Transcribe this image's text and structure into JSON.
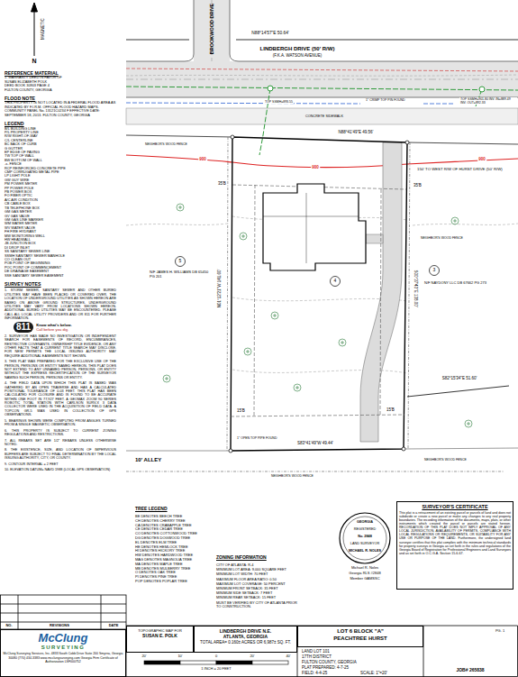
{
  "diagram": {
    "nodes": [
      {
        "text": [
          "SURVEYOR'S CERTIFICATE",
          "This plat is a retracement of an existing parcel or parcels of land and does not subdivide or create a new parcel or make any changes to any real property boundaries. The recording information of the documents, maps, plats, or other instruments which created the parcel or parcels are stated hereon. RECORDATION OF THIS PLAT DOES NOT IMPLY APPROVAL OF ANY LOCAL JURISDICTION, AVAILABILITY OF PERMITS, COMPLIANCE WITH LOCAL REGULATIONS OR REQUIREMENTS, OR SUITABILITY FOR ANY USE OR PURPOSE OF THE LAND. Furthermore, the undersigned land surveyor certifies that this plat complies with the minimum technical standards for property surveys in Georgia as set forth in the rules and regulations of the Georgia Board of Registration for Professional Engineers and Land Surveyors and as set forth in O.C.G.A. Section 15-6-67."
        ]
      },
      {
        "text": [
          "McClung",
          "SURVEYING",
          "McClung Surveying Services, Inc. 4833 South Cobb Drive Suite 200 Smyrna, Georgia 30080 (770) 434-3383 www.mcclungsurveying.com Georgia Firm Certificate of Authorization LSF000752"
        ]
      },
      {
        "text": [
          "TOPOGRAPHIC MAP FOR",
          "SUSAN E. POLK"
        ]
      },
      {
        "text": [
          "LINDBERGH DRIVE N.E.",
          "ATLANTA, GEORGIA",
          "TOTAL AREA= 0.160± ACRES OR 6,987± SQ. FT."
        ]
      },
      {
        "text": [
          "LOT 6 BLOCK \"A\"",
          "PEACHTREE HURST"
        ]
      }
    ],
    "labels": [
      "MAGNETIC",
      "N",
      "REFERENCE MATERIAL",
      "1. WARRANTY DEED IN FAVOR OF",
      "SUSAN ELIZABETH POLK",
      "DEED BOOK 30903 PAGE 4",
      "FULTON COUNTY, GEORGIA",
      "FLOOD NOTE",
      "THIS PROPERTY IS NOT LOCATED IN A FEDERAL FLOOD AREA AS INDICATED BY F.I.R.M. OFFICIAL FLOOD HAZARD MAPS. COMMUNITY PANEL No. 13121C0234 F EFFECTIVE DATE: SEPTEMBER 18, 2013. FULTON COUNTY, GEORGIA",
      "LEGEND",
      "SURVEY NOTES",
      "1. STORM SEWER, SANITARY SEWER AND OTHER BURIED UTILITIES MAY HAVE BEEN PLACED OR COVERED OVER. THE LOCATION OF UNDERGROUND UTILITIES AS SHOWN HEREON ARE BASED ON ABOVE GROUND STRUCTURES. UNDERGROUND UTILITIES MAY VARY FROM LOCATIONS SHOWN HEREON. ADDITIONAL BURIED UTILITIES MAY BE ENCOUNTERED. PLEASE CALL ALL LOCAL UTILITY PROVIDERS AND OR 811 FOR FURTHER INFORMATION.",
      "811",
      "Know what's below.",
      "Call before you dig.",
      "2. SURVEYOR HAS MADE NO INVESTIGATION OR INDEPENDENT SEARCH FOR EASEMENTS OF RECORD, ENCUMBRANCES, RESTRICTIVE COVENANTS, OWNERSHIP TITLE EVIDENCE, OR ANY OTHER FACTS THAT A CURRENT TITLE SEARCH MAY DISCLOSE. FOR NEW PERMITS THE LOCAL ISSUING AUTHORITY MAY REQUIRE ADDITIONAL EASEMENTS NOT SHOWN.",
      "3. THIS PLAT WAS PREPARED FOR THE EXCLUSIVE USE OF THE PERSON, PERSONS OR ENTITY NAMED HEREON. THIS PLAT DOES NOT EXTEND TO ANY UNNAMED PERSON, PERSONS, OR ENTITY WITHOUT THE EXPRESS RECERTIFICATION OF THE SURVEYOR NAMING SUCH PERSON, PERSONS OR ENTITY.",
      "4. THE FIELD DATA UPON WHICH THIS PLAT IS BASED WAS GATHERED BY AN OPEN TRAVERSE AND HAS A CALCULATED POSITIONAL TOLERANCE OF 0.03 FEET. THIS PLAT HAS BEEN CALCULATED FOR CLOSURE AND IS FOUND TO BE ACCURATE WITHIN ONE FOOT IN 77,927 FEET. A GEOMAX ZOOM 90 SERIES ROBOTIC TOTAL STATION WITH CARLSON SURV-X 3 DATA COLLECTOR WERE USED IN THE ACQUISITION OF FIELD DATA. A TOPCON GR-5 WAS USED IN COLLECTION OF GPS OBSERVATIONS.",
      "5. BEARINGS SHOWN WERE COMPUTED FROM ANGLES TURNED FROM A SINGLE MAGNETIC OBSERVATION.",
      "6. THIS PROPERTY IS SUBJECT TO CURRENT ZONING REGULATIONS AND RESTRICTIONS.",
      "7. ALL REBARS SET ARE 1/2\" REBARS UNLESS OTHERWISE NOTED.",
      "8. THE EXISTENCE, SIZE, AND LOCATION OF IMPERVIOUS BUFFERS ARE SUBJECT TO FINAL DETERMINATION BY THE LOCAL ISSUING AUTHORITY, CITY, OR COUNTY.",
      "9. CONTOUR INTERVAL = 2 FEET",
      "10. ELEVATION DATUM= NAVD 1988 (LOCAL GPS OBSERVATION)",
      "BROOKWOOD DRIVE",
      "N88°14'57\"E 50.64'",
      "LINDBERGH DRIVE (50' R/W)",
      "(F.K.A. WATSON AVENUE)",
      "TOP SSMH=893.55",
      "TOP SSMH=901.80 INV. IN=889.49 INV. OUT=892.33",
      "1\" CRIMP TOP PIN FOUND",
      "CONCRETE SIDEWALK",
      "N88°41'49\"E 49.56'",
      "150' TO WEST R/W OF HURST DRIVE (50' R/W)",
      "35'B",
      "35'B",
      "900",
      "900",
      "900",
      "NEIGHBOR'S WOOD FENCE",
      "5",
      "N/F JAMES H. WILLIAMS DB 65450 PG 201",
      "N01°12'21\"W 141.60'",
      "4",
      "S00°37'43\"E 138.00'",
      "3",
      "N/F NAYDONY LLC DB 67662 PG 273",
      "NEIGHBOR'S WOOD FENCE",
      "S82°15'34\"E 51.60'",
      "15'B",
      "15'B",
      "1\" OPEN TOP PIPE FOUND",
      "10' ALLEY",
      "S83°41'49\"W 49.44'",
      "NEIGHBOR'S WOOD FENCE",
      "NEIGHBOR'S WOOD FENCE",
      "TREE LEGEND",
      "ZONING INFORMATION",
      "CITY OF ATLANTA: R-4",
      "MINIMUM LOT AREA: 9,000 SQUARE FEET",
      "MINIMUM LOT WIDTH: 70 FEET",
      "MAXIMUM FLOOR AREA RATIO: 0.50",
      "MAXIMUM LOT COVERAGE: 50 PERCENT",
      "MINIMUM FRONT SETBACK: 35 FEET",
      "MINIMUM SIDE SETBACK: 7 FEET",
      "MINIMUM REAR SETBACK: 15 FEET",
      "MUST BE VERIFIED BY CITY OF ATLANTA PRIOR TO CONSTRUCTION.",
      "GEORGIA",
      "REGISTERED",
      "No. 2848",
      "LAND SURVEYOR",
      "MICHAEL R. NOLES",
      "Michael R. Noles",
      "Georgia RLS #2848",
      "Member GAMSSC",
      "Michael R Noles",
      "Michael R. Noles",
      "Georgia RLS No. 2848",
      "4-7-25",
      "NO.",
      "REVISIONS",
      "DATE",
      "20'",
      "10'",
      "0",
      "20'",
      "40'",
      "1 INCH = 20 FEET",
      "LAND LOT 101",
      "17TH DISTRICT",
      "FULTON COUNTY, GEORGIA",
      "PLAT PREPARED: 4-7-25",
      "FIELD: 4-4-25",
      "SCALE: 1\"=20'",
      "JOB# 265838",
      "PG. 1"
    ],
    "legend": [
      {
        "text": "B/L BUILDING LINE"
      },
      {
        "text": "P/L PROPERTY LINE"
      },
      {
        "text": "R/W RIGHT-OF-WAY"
      },
      {
        "text": "C/L CENTERLINE"
      },
      {
        "text": "BC BACK OF CURB"
      },
      {
        "text": "G GUTTER"
      },
      {
        "text": "EP EDGE OF PAVING"
      },
      {
        "text": "TW TOP OF WALL"
      },
      {
        "text": "BW BOTTOM OF WALL"
      },
      {
        "text": "-x- FENCE"
      },
      {
        "text": "RCP REINFORCED CONCRETE PIPE"
      },
      {
        "text": "CMP CORRUGATED METAL PIPE"
      },
      {
        "text": "LP LIGHT POLE"
      },
      {
        "text": "GW GUY WIRE"
      },
      {
        "text": "PM POWER METER"
      },
      {
        "text": "PP POWER POLE"
      },
      {
        "text": "PB POWER BOX"
      },
      {
        "text": "FO FIBER OPTIC"
      },
      {
        "text": "A/C AIR CONDITION"
      },
      {
        "text": "CB CABLE BOX"
      },
      {
        "text": "TB TELEPHONE BOX"
      },
      {
        "text": "GM GAS METER"
      },
      {
        "text": "GV GAS VALVE"
      },
      {
        "text": "GM GAS LINE MARKER"
      },
      {
        "text": "WM WATER METER"
      },
      {
        "text": "WV WATER VALVE"
      },
      {
        "text": "FH FIRE HYDRANT"
      },
      {
        "text": "MW MONITORING WELL"
      },
      {
        "text": "HW HEADWALL"
      },
      {
        "text": "JB JUNCTION BOX"
      },
      {
        "text": "DI DROP INLET"
      },
      {
        "text": "SS SANITARY SEWER LINE"
      },
      {
        "text": "SSMH SANITARY SEWER MANHOLE"
      },
      {
        "text": "CO CLEAN OUT"
      },
      {
        "text": "POB POINT OF BEGINNING"
      },
      {
        "text": "POC POINT OF COMMENCEMENT"
      },
      {
        "text": "DE DRAINAGE EASEMENT"
      },
      {
        "text": "SSE SANITARY SEWER EASEMENT"
      },
      {
        "text": "BE DENOTES BEECH TREE"
      },
      {
        "text": "CH DENOTES CHERRY TREE"
      },
      {
        "text": "CA DENOTES CRABAPPLE TREE"
      },
      {
        "text": "CE DENOTES CEDAR TREE"
      },
      {
        "text": "CO DENOTES COTTONWOOD TREE"
      },
      {
        "text": "DG DENOTES DOGWOOD TREE"
      },
      {
        "text": "EL DENOTES ELM TREE"
      },
      {
        "text": "HE DENOTES HEMLOCK TREE"
      },
      {
        "text": "HI DENOTES HICKORY TREE"
      },
      {
        "text": "HW DENOTES HARDWOOD TREE"
      },
      {
        "text": "MAG DENOTES MAGNOLIA TREE"
      },
      {
        "text": "MA DENOTES MAPLE TREE"
      },
      {
        "text": "MB DENOTES MULBERRY TREE"
      },
      {
        "text": "O DENOTES OAK TREE"
      },
      {
        "text": "PI DENOTES PINE TREE"
      },
      {
        "text": "POP DENOTES POPLAR TREE"
      }
    ]
  }
}
